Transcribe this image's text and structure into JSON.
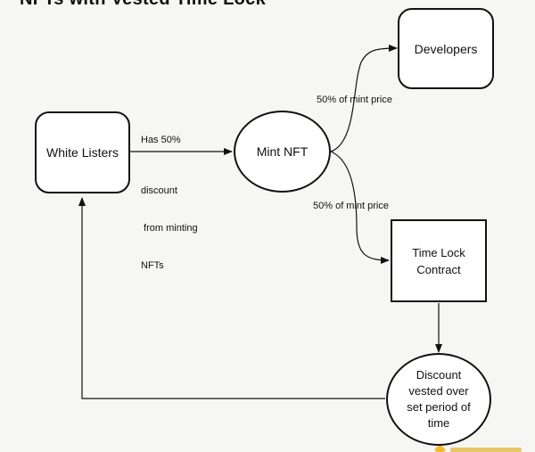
{
  "title": "NFTs with Vested Time Lock",
  "nodes": {
    "white_listers": "White Listers",
    "mint_nft": "Mint NFT",
    "developers": "Developers",
    "time_lock_line1": "Time Lock",
    "time_lock_line2": "Contract",
    "discount_line1": "Discount",
    "discount_line2": "vested over",
    "discount_line3": "set period of",
    "discount_line4": "time"
  },
  "edges": {
    "has_50": "Has 50%",
    "discount_line1": "discount",
    "discount_line2": " from minting",
    "discount_line3": "NFTs",
    "to_developers": "50% of mint price",
    "to_time_lock": "50% of mint price"
  },
  "colors": {
    "stroke": "#111111",
    "background": "#f6f6f4",
    "node_fill": "#ffffff"
  }
}
